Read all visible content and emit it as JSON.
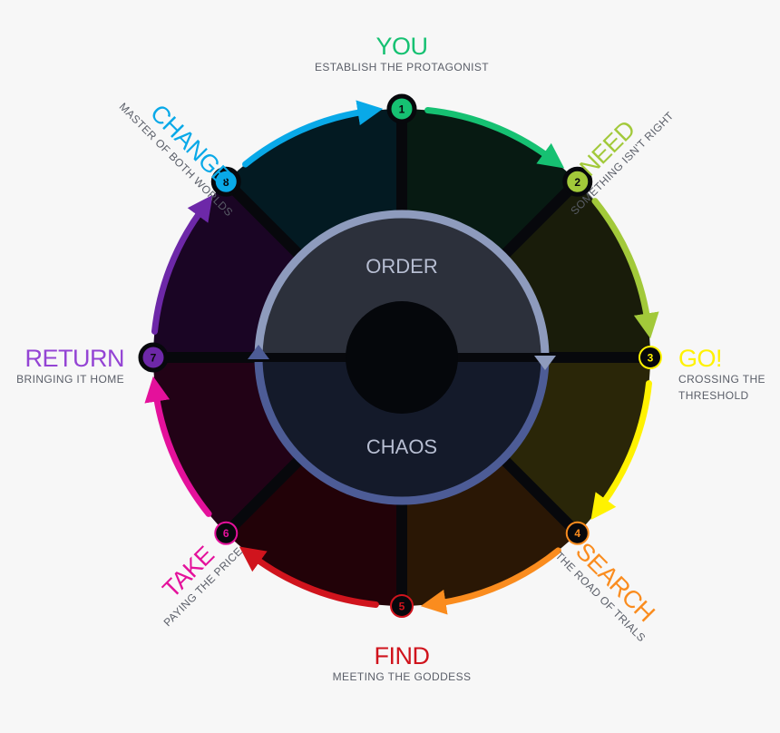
{
  "inner": {
    "top_label": "ORDER",
    "bottom_label": "CHAOS",
    "top_fill": "#2c303b",
    "top_ring": "#8e9bbd",
    "bottom_fill": "#141a2a",
    "bottom_ring": "#4d5c96"
  },
  "stages": [
    {
      "number": "1",
      "title": "YOU",
      "subtitle_lines": [
        "ESTABLISH THE PROTAGONIST"
      ],
      "color": "#16c172",
      "wedge": "#071a12",
      "node_style": "filled"
    },
    {
      "number": "2",
      "title": "NEED",
      "subtitle_lines": [
        "SOMETHING ISN'T RIGHT"
      ],
      "color": "#a2c93a",
      "wedge": "#191c0a",
      "node_style": "filled"
    },
    {
      "number": "3",
      "title": "GO!",
      "subtitle_lines": [
        "CROSSING THE",
        "THRESHOLD"
      ],
      "color": "#fff200",
      "wedge": "#2a2608",
      "node_style": "outline"
    },
    {
      "number": "4",
      "title": "SEARCH",
      "subtitle_lines": [
        "THE ROAD OF TRIALS"
      ],
      "color": "#fa8c1e",
      "wedge": "#2a1705",
      "node_style": "outline"
    },
    {
      "number": "5",
      "title": "FIND",
      "subtitle_lines": [
        "MEETING THE GODDESS"
      ],
      "color": "#d0141d",
      "wedge": "#220208",
      "node_style": "outline"
    },
    {
      "number": "6",
      "title": "TAKE",
      "subtitle_lines": [
        "PAYING THE PRICE"
      ],
      "color": "#e4119b",
      "wedge": "#220216",
      "node_style": "outline"
    },
    {
      "number": "7",
      "title": "RETURN",
      "subtitle_lines": [
        "BRINGING IT HOME"
      ],
      "color": "#6d28a8",
      "title_color": "#9444d4",
      "wedge": "#1a0524",
      "node_style": "filled"
    },
    {
      "number": "8",
      "title": "CHANGE",
      "subtitle_lines": [
        "MASTER OF BOTH WORLDS"
      ],
      "color": "#09a9e8",
      "wedge": "#031a22",
      "node_style": "filled"
    }
  ]
}
